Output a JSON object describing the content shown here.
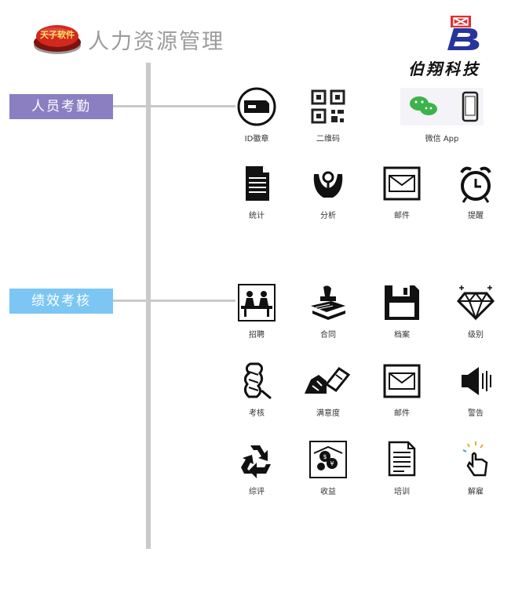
{
  "header": {
    "logo_text": "天子软件",
    "title": "人力资源管理",
    "brand_name": "伯翔科技"
  },
  "categories": [
    {
      "label": "人员考勤",
      "color": "#8b7fc2"
    },
    {
      "label": "绩效考核",
      "color": "#7cc6f3"
    }
  ],
  "attendance_items": [
    {
      "label": "ID徽章",
      "icon": "id-badge-icon"
    },
    {
      "label": "二维码",
      "icon": "qr-code-icon"
    },
    {
      "label": "微信 App",
      "icon": "wechat-app-icon"
    },
    {
      "label": "统计",
      "icon": "document-icon"
    },
    {
      "label": "分析",
      "icon": "analysis-icon"
    },
    {
      "label": "邮件",
      "icon": "mail-icon"
    },
    {
      "label": "提醒",
      "icon": "alarm-clock-icon"
    }
  ],
  "performance_items": [
    {
      "label": "招聘",
      "icon": "recruitment-icon"
    },
    {
      "label": "合同",
      "icon": "contract-stamp-icon"
    },
    {
      "label": "档案",
      "icon": "floppy-disk-icon"
    },
    {
      "label": "级别",
      "icon": "diamond-icon"
    },
    {
      "label": "考核",
      "icon": "scroll-icon"
    },
    {
      "label": "满意度",
      "icon": "satisfaction-icon"
    },
    {
      "label": "邮件",
      "icon": "mail-icon"
    },
    {
      "label": "警告",
      "icon": "speaker-icon"
    },
    {
      "label": "综评",
      "icon": "recycle-icon"
    },
    {
      "label": "收益",
      "icon": "money-icon"
    },
    {
      "label": "培训",
      "icon": "training-doc-icon"
    },
    {
      "label": "解雇",
      "icon": "tap-icon"
    }
  ]
}
